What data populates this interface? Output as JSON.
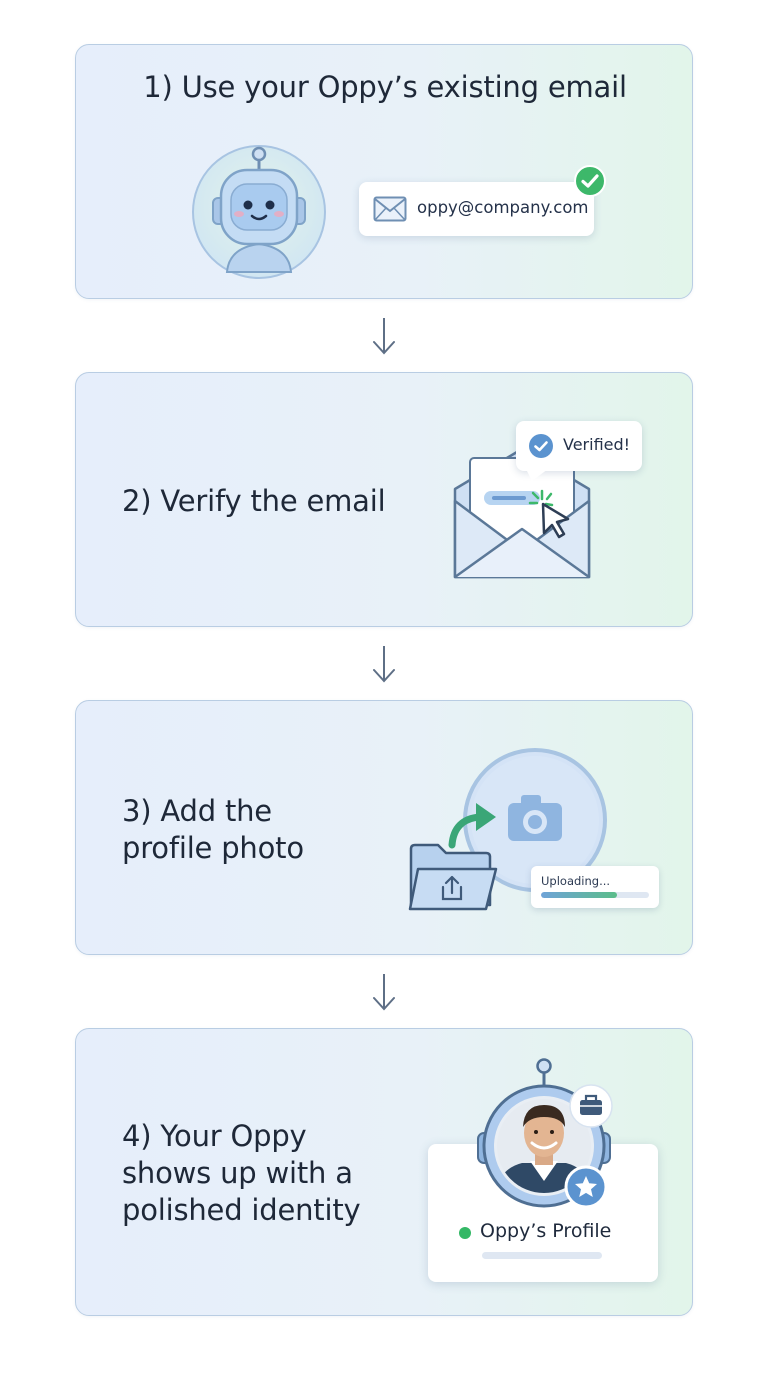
{
  "steps": [
    {
      "title": "1) Use your Oppy’s existing email",
      "email": "oppy@company.com"
    },
    {
      "title_lines": [
        "2) Verify the email"
      ],
      "badge": "Verified!"
    },
    {
      "title_lines": [
        "3) Add the",
        "profile photo"
      ],
      "upload_label": "Uploading...",
      "upload_progress": 0.7
    },
    {
      "title_lines": [
        "4) Your Oppy",
        "shows up with a",
        "polished identity"
      ],
      "profile_name": "Oppy’s Profile"
    }
  ],
  "icons": {
    "step1": [
      "robot-avatar-icon",
      "mail-icon",
      "check-circle-icon"
    ],
    "step2": [
      "envelope-icon",
      "check-circle-icon",
      "cursor-click-icon"
    ],
    "step3": [
      "camera-icon",
      "folder-upload-icon",
      "curved-arrow-icon"
    ],
    "step4": [
      "person-avatar-icon",
      "briefcase-icon",
      "star-badge-icon"
    ]
  },
  "colors": {
    "accent_green": "#34b866",
    "accent_blue": "#5b93cf",
    "border": "#b9cde3"
  }
}
